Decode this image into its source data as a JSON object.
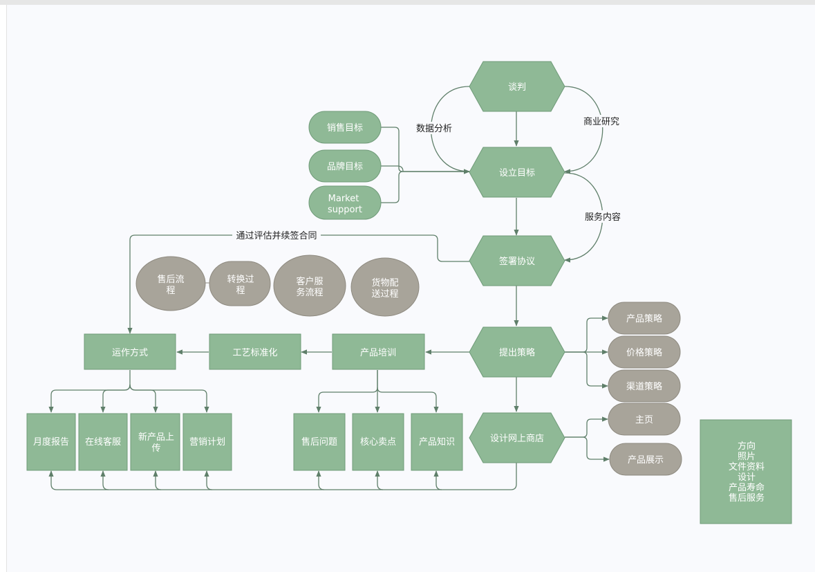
{
  "nodes": {
    "tanpan": "谈判",
    "sheli_mubiao": "设立目标",
    "qianshu_xieyi": "签署协议",
    "tichu_celue": "提出策略",
    "sheji_wangshang": "设计网上商店",
    "xiaoshou_mubiao": "销售目标",
    "pinpai_mubiao": "品牌目标",
    "market_support": [
      "Market",
      "support"
    ],
    "shouhou_liucheng": [
      "售后流",
      "程"
    ],
    "zhuanhuan_guocheng": [
      "转换过",
      "程"
    ],
    "kehu_fuwu": [
      "客户服",
      "务流程"
    ],
    "huowu_peisong": [
      "货物配",
      "送过程"
    ],
    "yunzuo_fangshi": "运作方式",
    "gongyi_biaozhun": "工艺标准化",
    "chanpin_peixun": "产品培训",
    "yuedu_baogao": "月度报告",
    "zaixian_kefu": "在线客服",
    "xinchanpin": [
      "新产品上",
      "传"
    ],
    "yingxiao_jihua": "营销计划",
    "shouhou_wenti": "售后问题",
    "hexin_maidian": "核心卖点",
    "chanpin_zhishi": "产品知识",
    "chanpin_celue": "产品策略",
    "jiage_celue": "价格策略",
    "qudao_celue": "渠道策略",
    "zhuye": "主页",
    "chanpin_zhanshi": "产品展示",
    "info_box": [
      "方向",
      "照片",
      "文件资料",
      "设计",
      "产品寿命",
      "售后服务"
    ]
  },
  "edge_labels": {
    "shuju_fenxi": "数据分析",
    "shangye_yanjiu": "商业研究",
    "fuwu_neirong": "服务内容",
    "tongguo_pinggu": "通过评估并续签合同"
  },
  "colors": {
    "node_green": "#8fb996",
    "node_gray": "#a8a49a",
    "edge": "#5f7f6a",
    "canvas": "#f9fafd"
  }
}
